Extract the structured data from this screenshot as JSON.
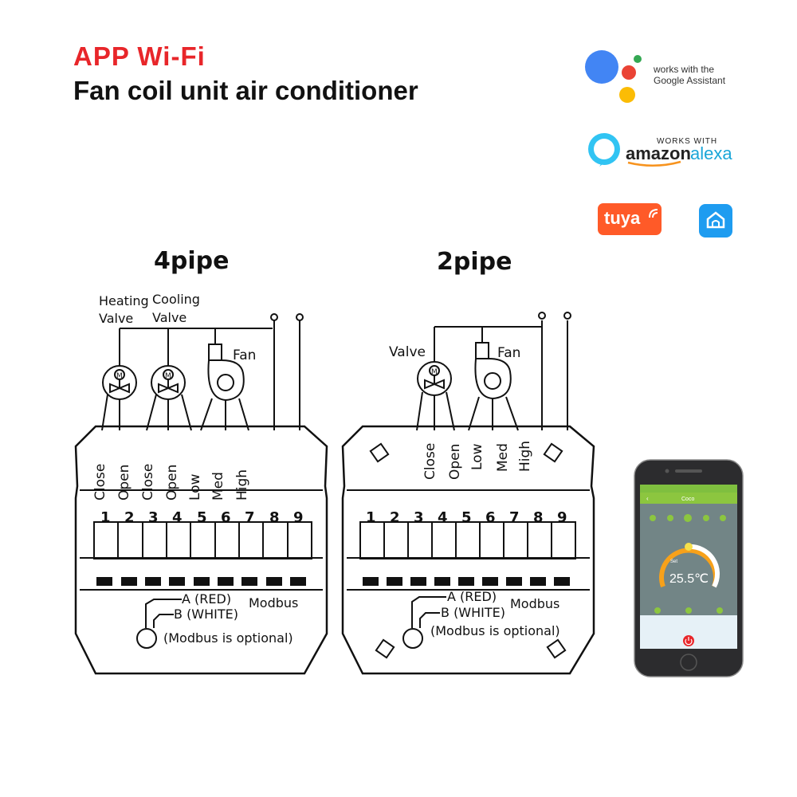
{
  "header": {
    "title": "APP Wi-Fi",
    "subtitle": "Fan coil unit air conditioner"
  },
  "badges": {
    "google_line1": "works with the",
    "google_line2": "Google Assistant",
    "alexa_top": "WORKS WITH",
    "alexa_amazon": "amazon",
    "alexa_word": "alexa",
    "tuya": "tuya"
  },
  "diagrams": {
    "four_pipe": {
      "title": "4pipe",
      "heating_valve_line1": "Heating",
      "heating_valve_line2": "Valve",
      "cooling_valve_line1": "Cooling",
      "cooling_valve_line2": "Valve",
      "fan": "Fan",
      "motor_symbol": "M",
      "terminal_labels": [
        "Close",
        "Open",
        "Close",
        "Open",
        "Low",
        "Med",
        "High"
      ],
      "terminal_numbers": [
        "1",
        "2",
        "3",
        "4",
        "5",
        "6",
        "7",
        "8",
        "9"
      ],
      "modbus_a": "A (RED)",
      "modbus_b": "B (WHITE)",
      "modbus": "Modbus",
      "modbus_note": "(Modbus is optional)"
    },
    "two_pipe": {
      "title": "2pipe",
      "valve": "Valve",
      "fan": "Fan",
      "motor_symbol": "M",
      "terminal_labels": [
        "Close",
        "Open",
        "Low",
        "Med",
        "High"
      ],
      "terminal_numbers": [
        "1",
        "2",
        "3",
        "4",
        "5",
        "6",
        "7",
        "8",
        "9"
      ],
      "modbus_a": "A (RED)",
      "modbus_b": "B (WHITE)",
      "modbus": "Modbus",
      "modbus_note": "(Modbus is optional)"
    }
  },
  "phone": {
    "app_title": "Coco",
    "set_label": "Set",
    "temperature": "25.5℃"
  },
  "colors": {
    "title_red": "#e8262a",
    "google_blue": "#4285f4",
    "google_red": "#ea4335",
    "google_yellow": "#fbbc05",
    "google_green": "#34a853",
    "alexa_cyan": "#31c4f3",
    "tuya_orange": "#ff5a28",
    "app_green": "#8cc63f",
    "gauge_orange": "#f7a11a"
  },
  "icons": [
    "google-assistant-icon",
    "alexa-icon",
    "tuya-icon",
    "smart-home-icon",
    "power-icon"
  ]
}
